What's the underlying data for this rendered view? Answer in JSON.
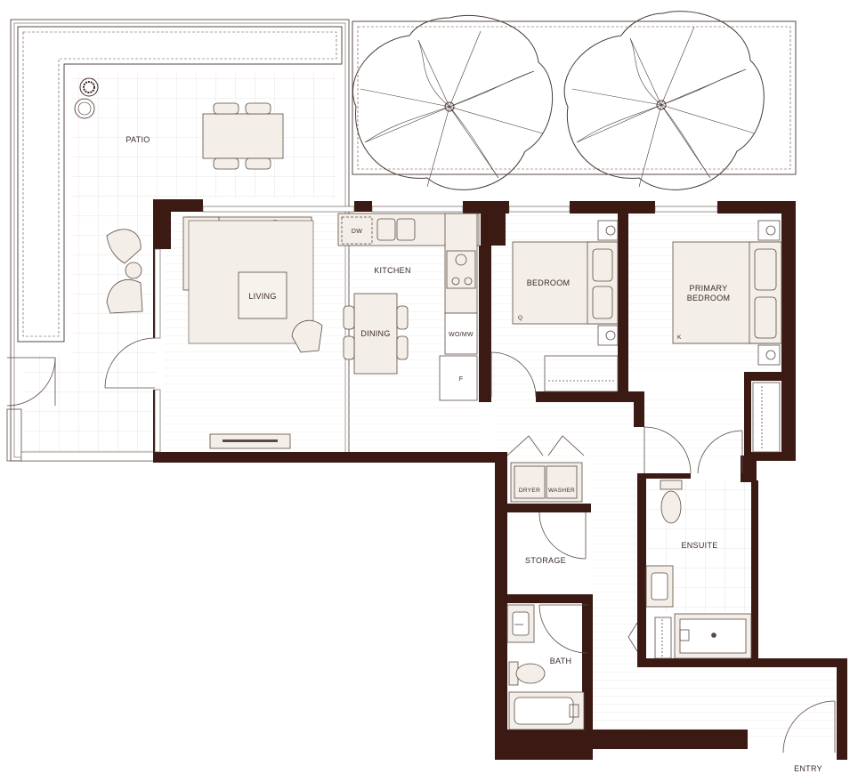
{
  "plan": {
    "colors": {
      "wall": "#3b1a14",
      "floor": "#ffffff",
      "furniture": "#f3efe8",
      "line": "#5a4a44",
      "grid": "#e2ddd6"
    },
    "rooms": {
      "patio": "PATIO",
      "living": "LIVING",
      "kitchen": "KITCHEN",
      "dining": "DINING",
      "bedroom": "BEDROOM",
      "primary_line1": "PRIMARY",
      "primary_line2": "BEDROOM",
      "ensuite": "ENSUITE",
      "storage": "STORAGE",
      "bath": "BATH",
      "entry": "ENTRY"
    },
    "fixtures": {
      "dw": "DW",
      "wo_mw": "WO/MW",
      "fridge": "F",
      "dryer": "DRYER",
      "washer": "WASHER",
      "bed_queen": "Q",
      "bed_king": "K"
    },
    "icons": [
      "tree-canopy-icon",
      "door-swing-icon",
      "toilet-icon",
      "sink-icon",
      "bathtub-icon",
      "shower-icon",
      "bed-icon",
      "sofa-icon",
      "armchair-icon",
      "stove-icon",
      "potted-plant-icon"
    ]
  }
}
